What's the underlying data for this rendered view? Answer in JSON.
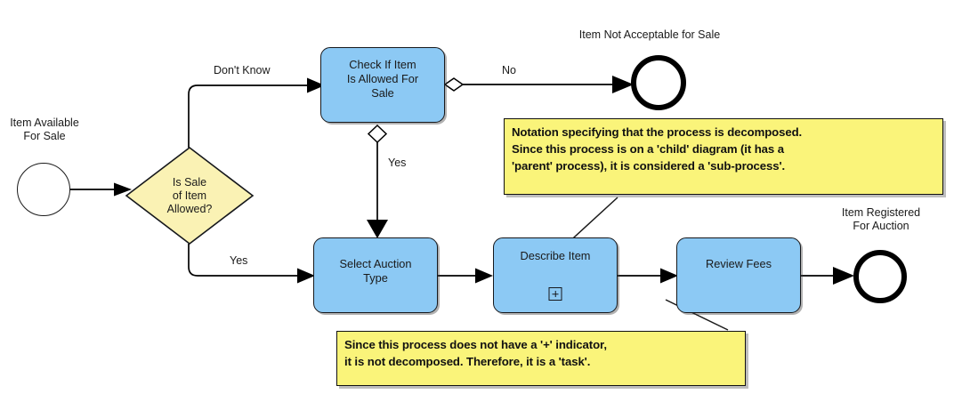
{
  "diagram": {
    "title": "BPMN Auction Sub-Process Diagram",
    "colors": {
      "task_fill": "#8CC9F4",
      "gateway_fill": "#FAF2B4",
      "annotation_fill": "#FAF47A",
      "stroke": "#16181c",
      "canvas": "#ffffff"
    }
  },
  "events": [
    {
      "id": "start",
      "type": "start-event",
      "label": "Item Available\nFor Sale"
    },
    {
      "id": "end-not-acceptable",
      "type": "end-event",
      "label": "Item Not Acceptable for Sale"
    },
    {
      "id": "end-registered",
      "type": "end-event",
      "label": "Item Registered\nFor Auction"
    }
  ],
  "gateways": [
    {
      "id": "gw-sale-allowed",
      "type": "exclusive-gateway",
      "label": "Is Sale\nof Item\nAllowed?"
    }
  ],
  "tasks": [
    {
      "id": "check-item",
      "label": "Check If Item\nIs Allowed For\nSale",
      "marker": "none"
    },
    {
      "id": "select-auction-type",
      "label": "Select Auction\nType",
      "marker": "none"
    },
    {
      "id": "describe-item",
      "label": "Describe Item",
      "marker": "plus"
    },
    {
      "id": "review-fees",
      "label": "Review Fees",
      "marker": "none"
    }
  ],
  "flows": [
    {
      "id": "flow-dont-know",
      "label": "Don't Know"
    },
    {
      "id": "flow-yes-gateway",
      "label": "Yes"
    },
    {
      "id": "flow-no",
      "label": "No"
    },
    {
      "id": "flow-yes-check",
      "label": "Yes"
    }
  ],
  "annotations": [
    {
      "id": "annotation-subprocess",
      "text": "Notation specifying that the process is decomposed.\nSince this process is on a 'child' diagram (it has a\n'parent' process), it is considered a 'sub-process'."
    },
    {
      "id": "annotation-task",
      "text": "Since this process does not have a '+' indicator,\nit is not decomposed. Therefore, it is a 'task'."
    }
  ]
}
